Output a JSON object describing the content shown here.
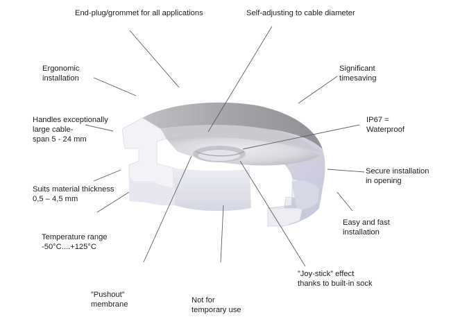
{
  "diagram": {
    "labels": {
      "end_plug": "End-plug/grommet for all applications",
      "self_adjusting": "Self-adjusting to cable diameter",
      "ergonomic": "Ergonomic\ninstallation",
      "timesaving": "Significant\ntimesaving",
      "handles": "Handles exceptionally\nlarge cable-\nspan 5 - 24 mm",
      "ip67": "IP67 =\nWaterproof",
      "secure": "Secure installation\nin opening",
      "material": "Suits material thickness\n0,5 – 4,5 mm",
      "easy": "Easy and fast\ninstallation",
      "temperature": "Temperature range\n-50°C....+125°C",
      "joystick": "”Joy-stick” effect\nthanks to built-in sock",
      "pushout": "”Pushout”\nmembrane",
      "temporary": "Not for\ntemporary use"
    },
    "colors": {
      "body_light": "#f1f1f6",
      "body_mid": "#dcdce8",
      "body_shadow": "#c7c7d8",
      "top_rim": "#a5a6aa",
      "bowl": "#d8d9de",
      "leader": "#5a5a5a"
    }
  }
}
